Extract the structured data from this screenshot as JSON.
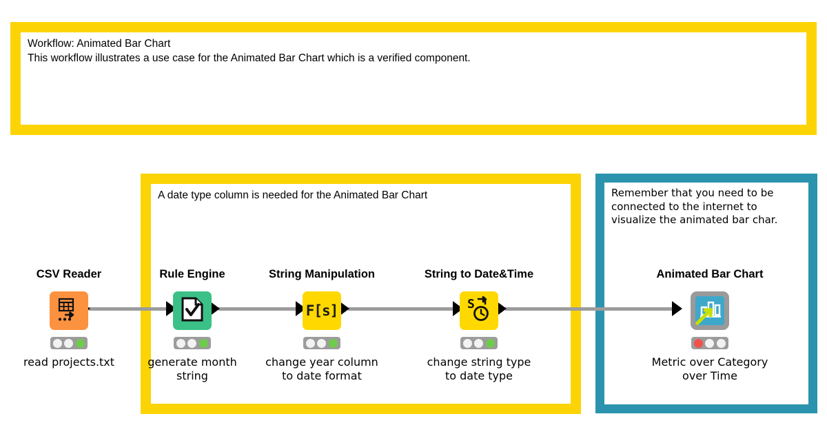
{
  "annotations": [
    {
      "id": "header",
      "style": "yellow",
      "text": "Workflow: Animated Bar Chart\nThis workflow illustrates a use case for the Animated Bar Chart which is a verified component.",
      "border_color": "#FCD405"
    },
    {
      "id": "group-date",
      "style": "yellow",
      "text": "A date type column is needed for the Animated Bar Chart",
      "border_color": "#FCD405"
    },
    {
      "id": "group-internet",
      "style": "teal",
      "text": "Remember that you need to be connected to the internet to visualize the animated bar char.",
      "border_color": "#2B93AE"
    }
  ],
  "nodes": [
    {
      "id": "csv-reader",
      "title": "CSV Reader",
      "description": "read projects.txt",
      "icon": "table-arrow-icon",
      "color": "#FB9240",
      "leds": [
        "off",
        "off",
        "green"
      ]
    },
    {
      "id": "rule-engine",
      "title": "Rule Engine",
      "description": "generate\nmonth string",
      "icon": "document-check-icon",
      "color": "#3BC187",
      "leds": [
        "off",
        "off",
        "green"
      ]
    },
    {
      "id": "string-manipulation",
      "title": "String Manipulation",
      "description": "change year column to\ndate format",
      "icon": "fs-function-icon",
      "icon_text": "F[s]",
      "color": "#FFD800",
      "leds": [
        "off",
        "off",
        "green"
      ]
    },
    {
      "id": "string-to-datetime",
      "title": "String to Date&Time",
      "description": "change string type to\ndate type",
      "icon": "string-clock-icon",
      "icon_text": "S",
      "color": "#FFD800",
      "leds": [
        "off",
        "off",
        "green"
      ]
    },
    {
      "id": "animated-bar-chart",
      "title": "Animated Bar Chart",
      "description": "Metric over\nCategory over\nTime",
      "icon": "bar-chart-component-icon",
      "color": "#3EA8CB",
      "frame_color": "#9A9A9A",
      "leds": [
        "red",
        "off",
        "off"
      ]
    }
  ],
  "connections": [
    {
      "from": "csv-reader",
      "to": "rule-engine"
    },
    {
      "from": "rule-engine",
      "to": "string-manipulation"
    },
    {
      "from": "string-manipulation",
      "to": "string-to-datetime"
    },
    {
      "from": "string-to-datetime",
      "to": "animated-bar-chart"
    }
  ]
}
